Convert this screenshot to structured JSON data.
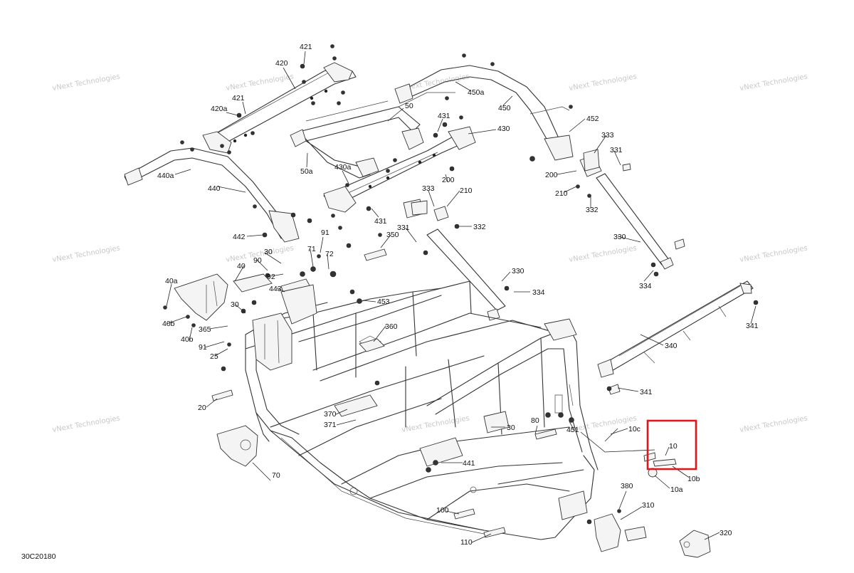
{
  "diagram": {
    "drawing_code": "30C20180",
    "watermark_text": "vNext Technologies",
    "highlight_color": "#e0161b",
    "callouts": [
      "421",
      "420",
      "421",
      "420a",
      "440a",
      "440",
      "442",
      "50",
      "50a",
      "430a",
      "430",
      "431",
      "431",
      "450a",
      "450",
      "452",
      "333",
      "331",
      "200",
      "210",
      "332",
      "333",
      "200",
      "210",
      "331",
      "332",
      "350",
      "330",
      "334",
      "330",
      "334",
      "40a",
      "40",
      "90",
      "30",
      "71",
      "72",
      "91",
      "92",
      "443",
      "453",
      "30",
      "40b",
      "365",
      "40b",
      "91",
      "25",
      "360",
      "20",
      "341",
      "340",
      "341",
      "370",
      "371",
      "80",
      "451",
      "30",
      "10c",
      "10",
      "10b",
      "10a",
      "70",
      "441",
      "380",
      "310",
      "100",
      "110",
      "320"
    ]
  }
}
